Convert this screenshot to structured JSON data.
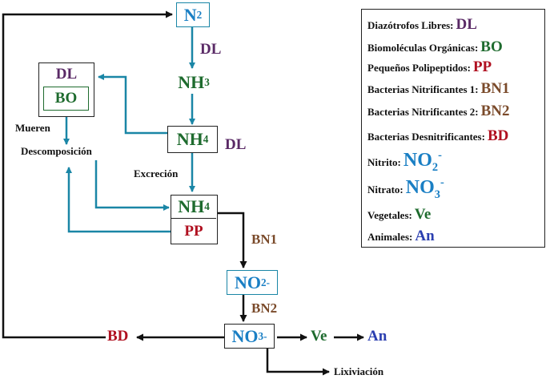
{
  "nodes": {
    "n2": {
      "base": "N",
      "sub": "2"
    },
    "nh3": {
      "base": "NH",
      "sub": "3"
    },
    "nh4_top": {
      "base": "NH",
      "sub": "4"
    },
    "nh4_mid": {
      "base": "NH",
      "sub": "4"
    },
    "pp": "PP",
    "dl": "DL",
    "bo": "BO",
    "no2": {
      "base": "NO",
      "sub": "2",
      "sup": "-"
    },
    "no3": {
      "base": "NO",
      "sub": "3",
      "sup": "-"
    },
    "ve": "Ve",
    "an": "An",
    "bd": "BD"
  },
  "labels": {
    "dl_n2": "DL",
    "dl_nh4": "DL",
    "mueren": "Mueren",
    "descomposicion": "Descomposición",
    "excrecion": "Excreción",
    "bn1": "BN1",
    "bn2": "BN2",
    "lixiviacion": "Lixiviación"
  },
  "legend": [
    {
      "text": "Diazótrofos Libres:",
      "abbr": "DL"
    },
    {
      "text": "Biomoléculas Orgánicas:",
      "abbr": "BO"
    },
    {
      "text": "Pequeños Polipeptidos:",
      "abbr": "PP"
    },
    {
      "text": "Bacterias Nitrificantes  1:",
      "abbr": "BN1"
    },
    {
      "text": "Bacterias Nitrificantes 2:",
      "abbr": "BN2"
    },
    {
      "text": "Bacterias Desnitrificantes:",
      "abbr": "BD"
    },
    {
      "text": "Nitrito:",
      "abbr_base": "NO",
      "abbr_sub": "2",
      "abbr_sup": "-"
    },
    {
      "text": "Nitrato:",
      "abbr_base": "NO",
      "abbr_sub": "3",
      "abbr_sup": "-"
    },
    {
      "text": "Vegetales:",
      "abbr": "Ve"
    },
    {
      "text": "Animales:",
      "abbr": "An"
    }
  ],
  "colors": {
    "teal_arrow": "#1a86a6",
    "black_arrow": "#111111",
    "green": "#1e6b2e",
    "purple": "#5a2a66",
    "red": "#b01020",
    "brown": "#7a4a2a",
    "blue": "#1a7fc4",
    "navy": "#2b3fb0"
  }
}
